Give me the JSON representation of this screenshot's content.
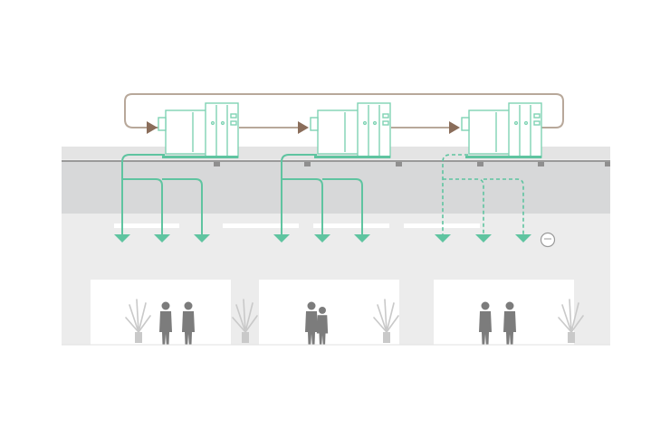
{
  "colors": {
    "background": "#ffffff",
    "wall": "#ececec",
    "ceiling_band": "#d7d8d9",
    "ceiling_line": "#9a9a9a",
    "accent_green": "#5fc4a0",
    "unit_outline": "#7fd3b4",
    "loop_line": "#b8a89a",
    "arrow_brown": "#8a6d5a",
    "person": "#7c7c7c",
    "plant": "#c9c9c9",
    "room": "#ffffff",
    "grille": "#ffffff"
  },
  "units": [
    {
      "id": "unit-1",
      "icon": "outdoor-ac-unit-icon",
      "flow": "solid"
    },
    {
      "id": "unit-2",
      "icon": "outdoor-ac-unit-icon",
      "flow": "solid"
    },
    {
      "id": "unit-3",
      "icon": "outdoor-ac-unit-icon",
      "flow": "dashed"
    }
  ],
  "rooms": [
    {
      "id": "room-1",
      "people": 2
    },
    {
      "id": "room-2",
      "people": 2
    },
    {
      "id": "room-3",
      "people": 2
    }
  ],
  "icons": [
    "outdoor-ac-unit-icon",
    "airflow-arrow-icon",
    "person-icon",
    "plant-icon",
    "thermostat-icon",
    "loop-arrow-icon"
  ]
}
